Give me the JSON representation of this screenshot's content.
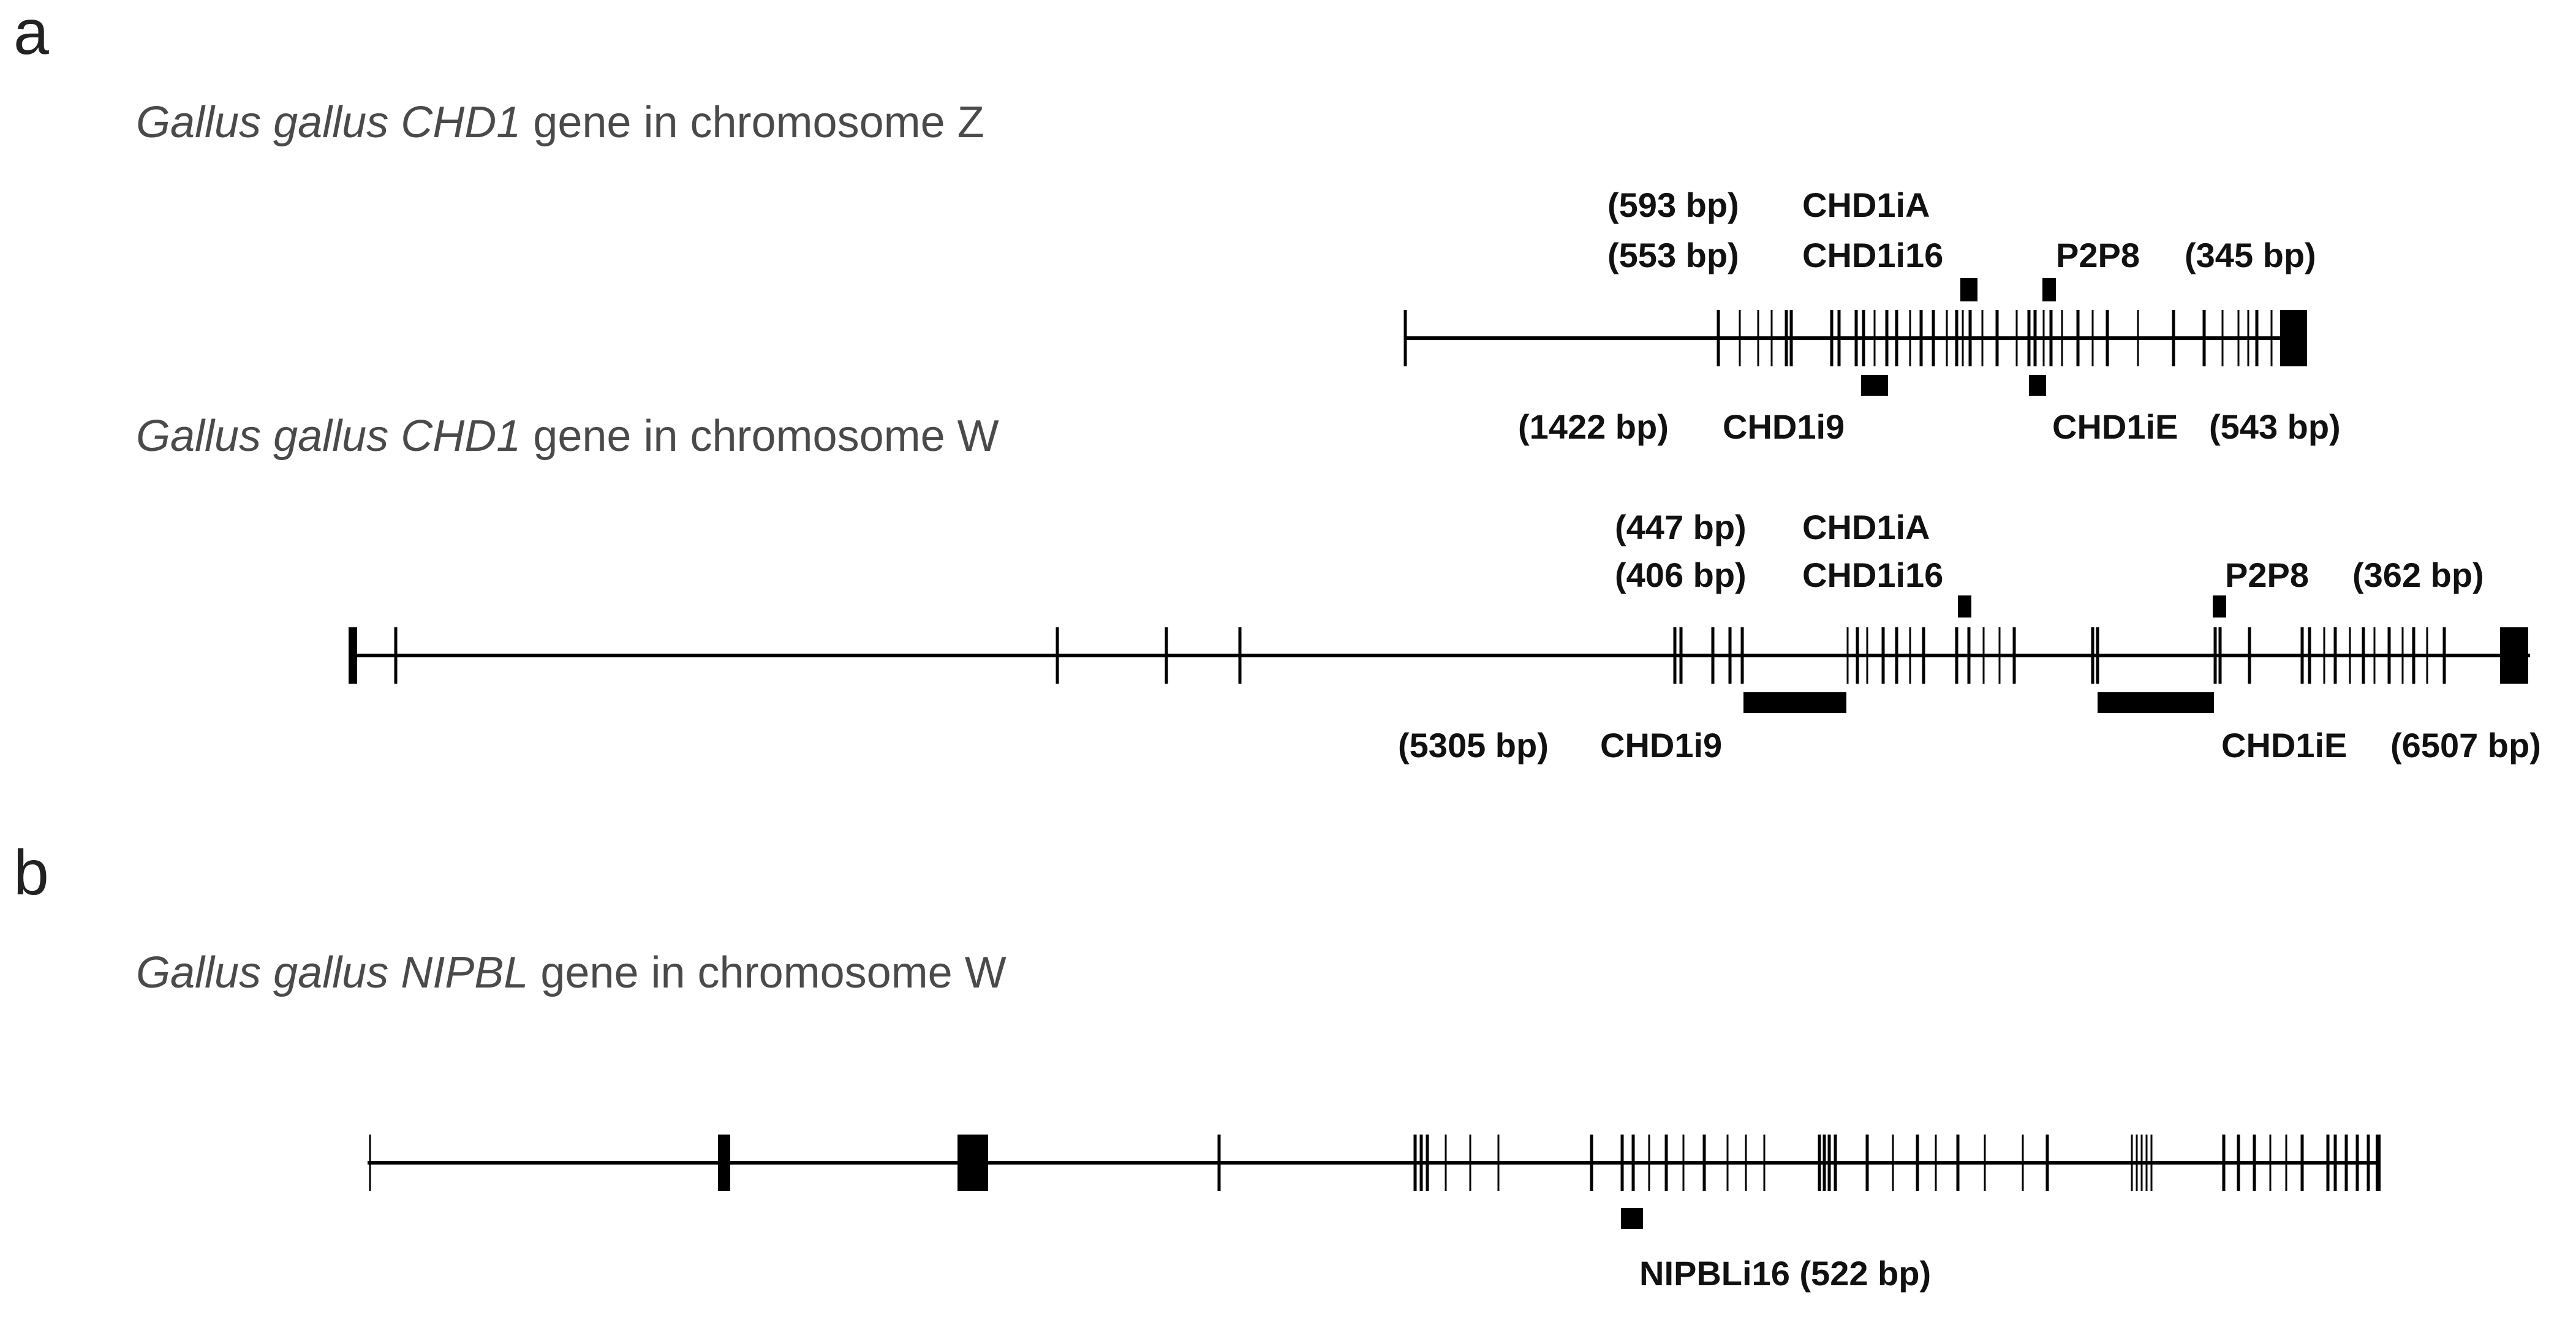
{
  "panels": [
    {
      "letter": "a"
    },
    {
      "letter": "b"
    }
  ],
  "genes": [
    {
      "id": "chd1-z",
      "title": {
        "species": "Gallus gallus",
        "gene": "CHD1",
        "suffix": " gene in chromosome Z"
      },
      "labels": {
        "top_size1": "(593 bp)",
        "top_size2": "(553 bp)",
        "primer_a": "CHD1iA",
        "primer_16": "CHD1i16",
        "primer_p2p8": "P2P8",
        "p2p8_size": "(345 bp)",
        "bottom_size_i9": "(1422 bp)",
        "primer_i9": "CHD1i9",
        "primer_e": "CHD1iE",
        "e_size": "(543 bp)"
      }
    },
    {
      "id": "chd1-w",
      "title": {
        "species": "Gallus gallus",
        "gene": "CHD1",
        "suffix": " gene in chromosome W"
      },
      "labels": {
        "top_size1": "(447 bp)",
        "top_size2": "(406 bp)",
        "primer_a": "CHD1iA",
        "primer_16": "CHD1i16",
        "primer_p2p8": "P2P8",
        "p2p8_size": "(362 bp)",
        "bottom_size_i9": "(5305 bp)",
        "primer_i9": "CHD1i9",
        "primer_e": "CHD1iE",
        "e_size": "(6507 bp)"
      }
    },
    {
      "id": "nipbl-w",
      "title": {
        "species": "Gallus gallus",
        "gene": "NIPBL",
        "suffix": " gene in chromosome W"
      },
      "labels": {
        "primer_nipbl": "NIPBLi16 (522 bp)"
      }
    }
  ]
}
